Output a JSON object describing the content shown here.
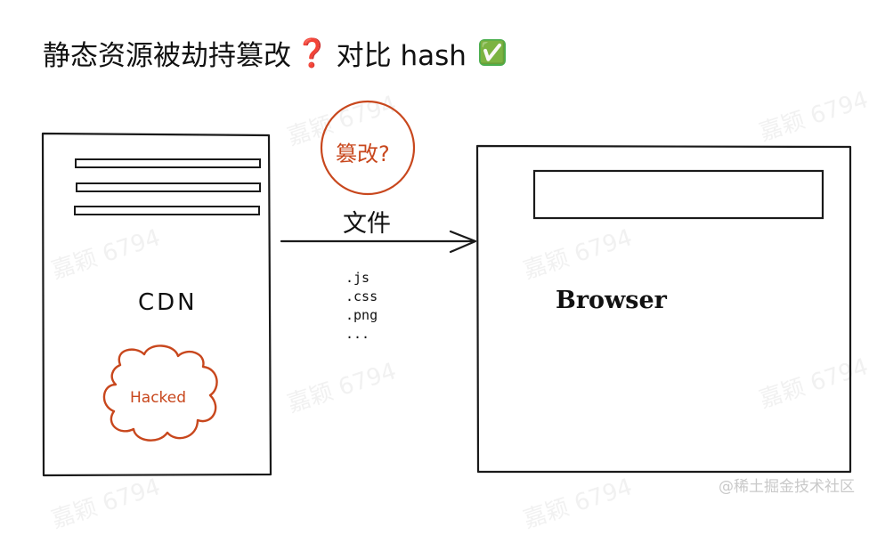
{
  "title": {
    "text": "静态资源被劫持篡改",
    "question_mark": "❓",
    "compare_text": "对比 hash",
    "check_mark": "✅"
  },
  "watermark_text": "嘉颖 6794",
  "cdn": {
    "label": "CDN",
    "hacked_label": "Hacked"
  },
  "transfer": {
    "tamper_label": "篡改?",
    "file_label": "文件",
    "extensions": [
      ".js",
      ".css",
      ".png",
      "..."
    ]
  },
  "browser": {
    "label": "Browser"
  },
  "footer": {
    "text": "@稀土掘金技术社区"
  },
  "colors": {
    "accent_red": "#c8471d",
    "question_red": "#d0332b",
    "check_green": "#4caf50"
  }
}
